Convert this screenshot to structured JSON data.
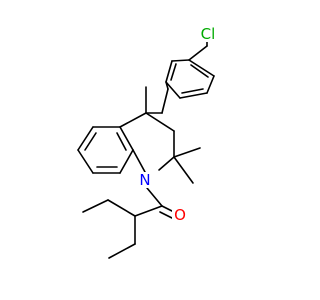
{
  "structure": {
    "type": "skeletal-formula",
    "colors": {
      "bond": "#000000",
      "nitrogen": "#0000ff",
      "oxygen": "#ff0000",
      "chlorine": "#00aa00"
    },
    "atom_labels": {
      "chlorine": "Cl",
      "nitrogen": "N",
      "oxygen": "O"
    }
  }
}
